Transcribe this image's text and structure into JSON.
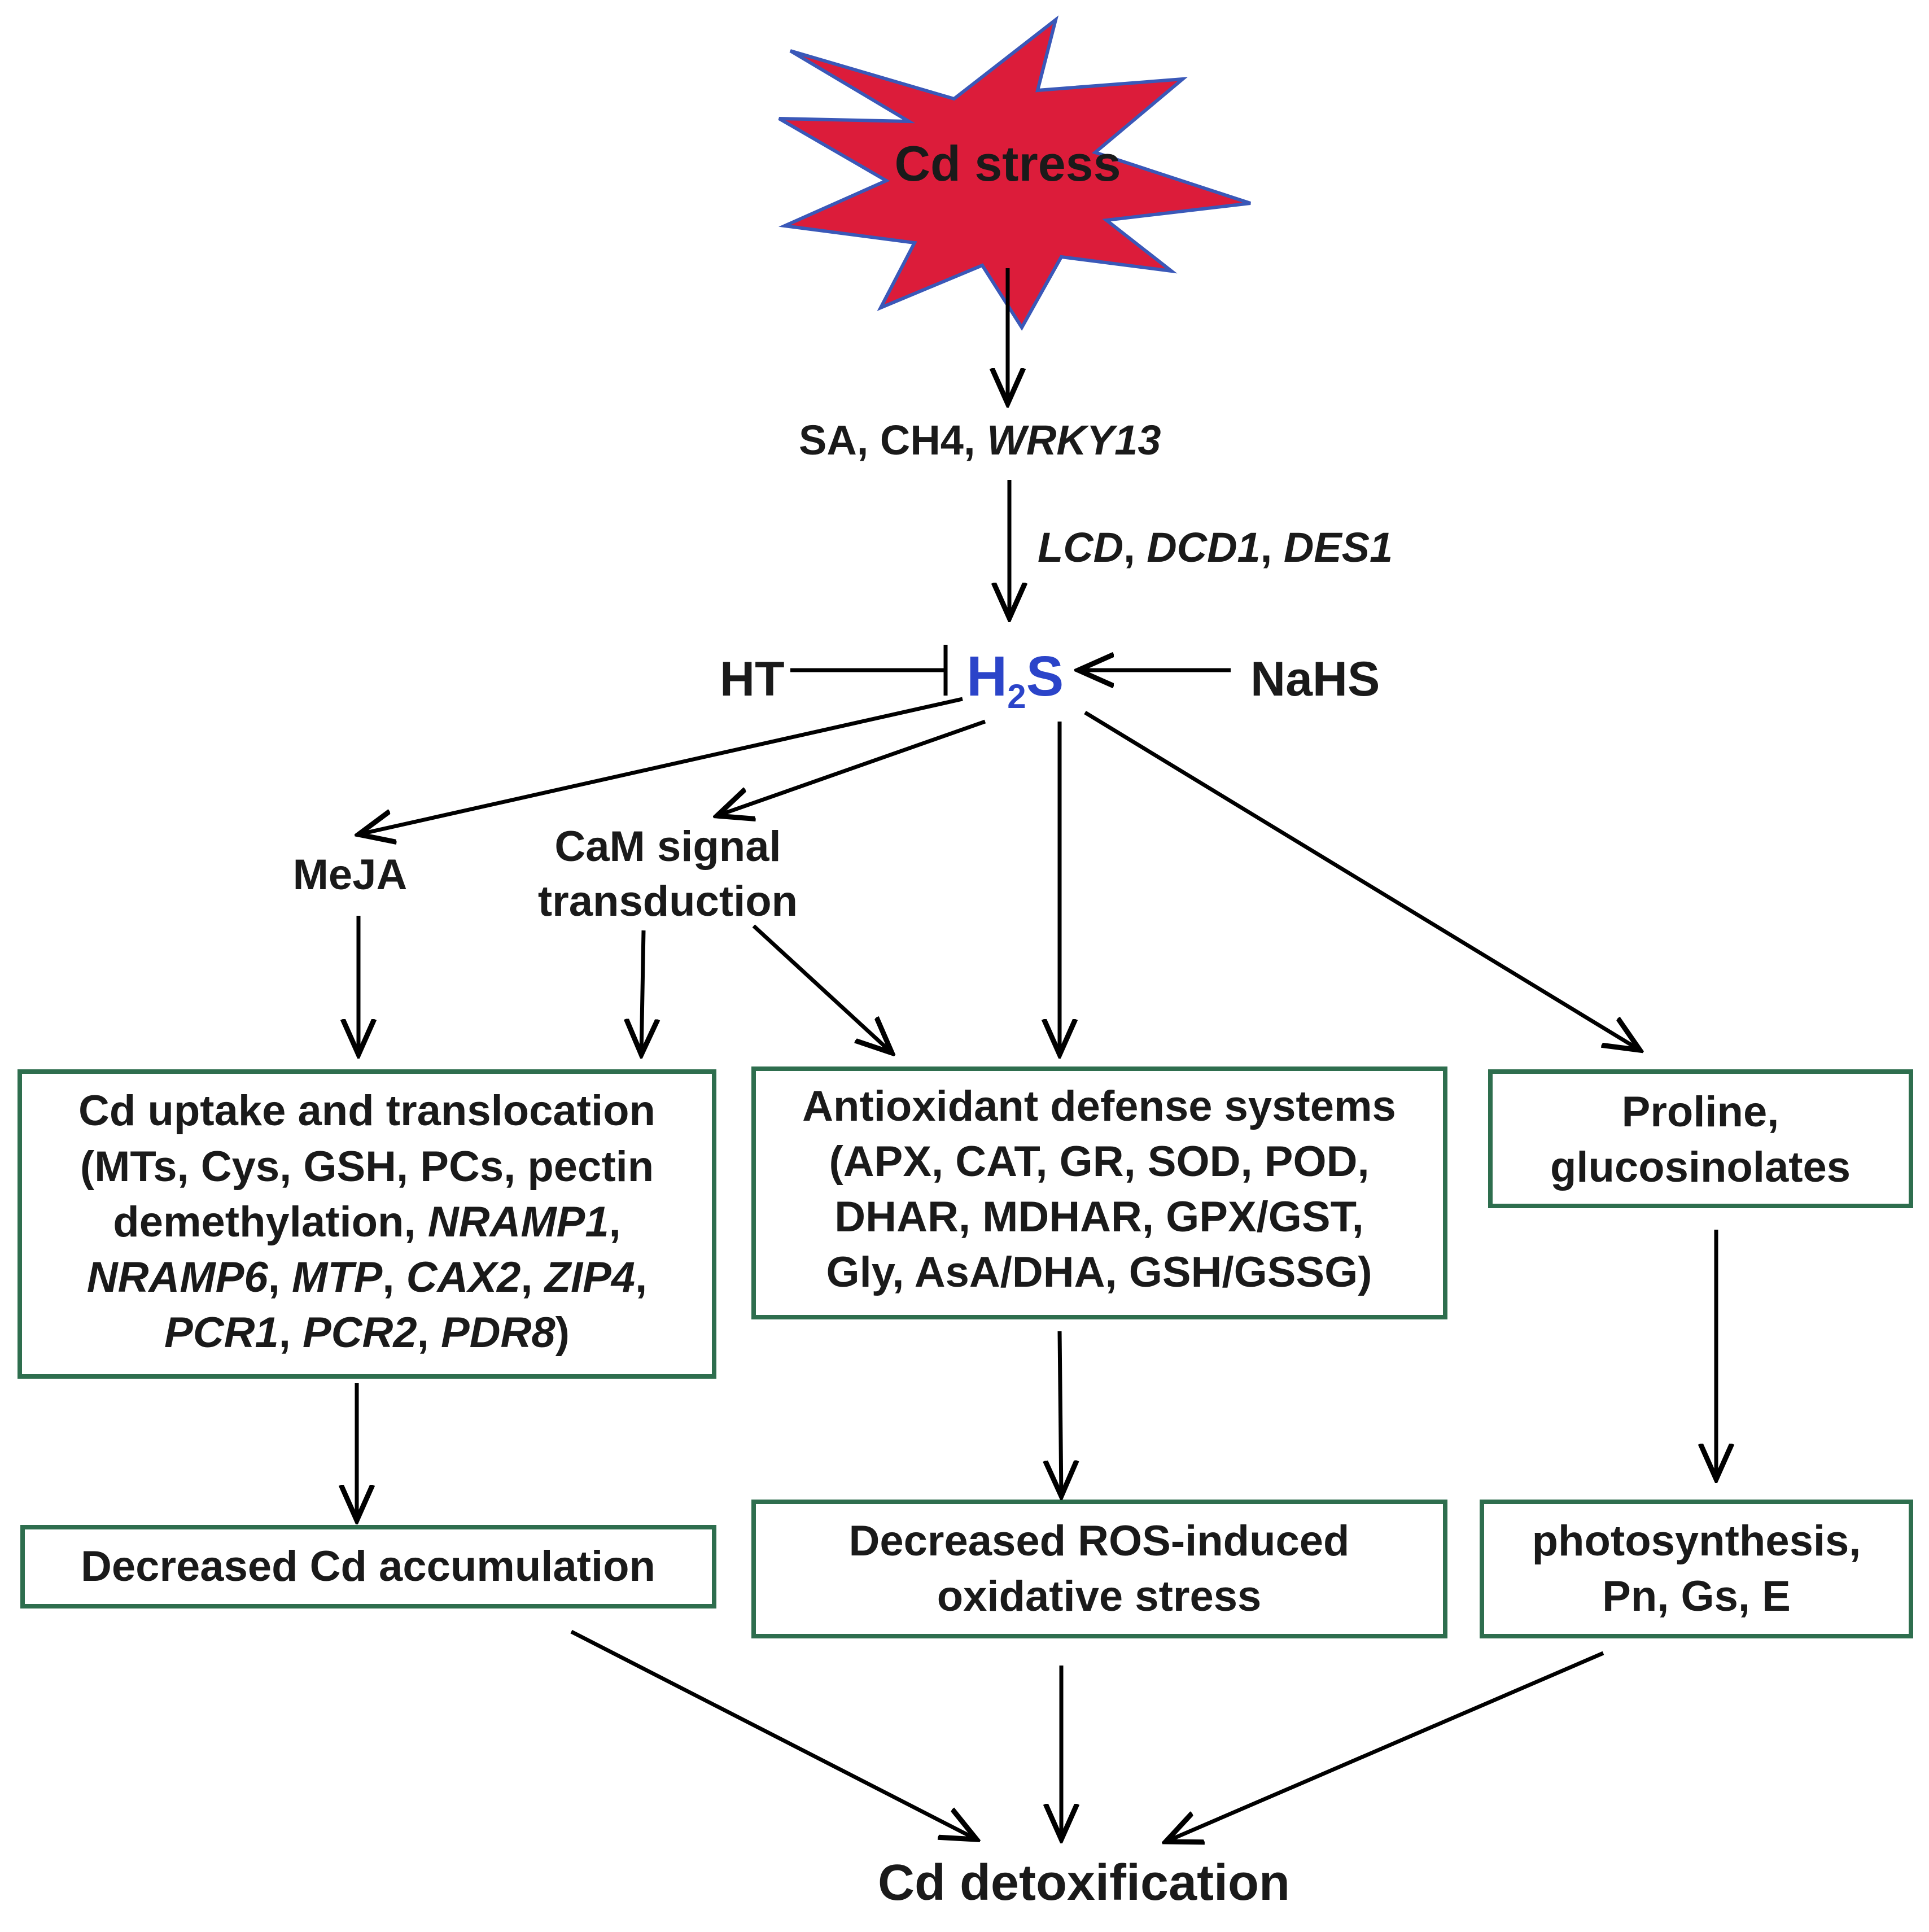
{
  "colors": {
    "burst_fill": "#dc1c3a",
    "burst_stroke": "#3a58b8",
    "h2s_text": "#2b44c9",
    "box_border": "#2e6e4e",
    "text": "#1a1a1a"
  },
  "top": {
    "stress": "Cd stress",
    "signals": {
      "plain": "SA, CH4, ",
      "italic": "WRKY13"
    },
    "enzymes": {
      "g1": "LCD",
      "sep1": ", ",
      "g2": "DCD1",
      "sep2": ", ",
      "g3": "DES1"
    }
  },
  "h2s": {
    "h": "H",
    "sub": "2",
    "s": "S"
  },
  "modulators": {
    "inhibitor": "HT",
    "donor": "NaHS"
  },
  "mid": {
    "meja": "MeJA",
    "cam_line1": "CaM signal",
    "cam_line2": "transduction"
  },
  "boxes": {
    "uptake": {
      "line1": "Cd uptake and translocation",
      "line2": "(MTs, Cys, GSH, PCs, pectin",
      "line3_plain": "demethylation, ",
      "line3_italic": "NRAMP1",
      "line3_tail": ",",
      "line4": {
        "g1": "NRAMP6",
        "s1": ", ",
        "g2": "MTP",
        "s2": ", ",
        "g3": "CAX2",
        "s3": ", ",
        "g4": "ZIP4",
        "s4": ","
      },
      "line5": {
        "g1": "PCR1",
        "s1": ", ",
        "g2": "PCR2",
        "s2": ", ",
        "g3": "PDR8",
        "s3": ")"
      }
    },
    "antioxidant": {
      "line1": "Antioxidant defense systems",
      "line2": "(APX, CAT, GR, SOD, POD,",
      "line3": "DHAR, MDHAR, GPX/GST,",
      "line4": "Gly, AsA/DHA, GSH/GSSG)"
    },
    "proline": {
      "line1": "Proline,",
      "line2": "glucosinolates"
    },
    "accumulation": {
      "line1": "Decreased Cd accumulation"
    },
    "ros": {
      "line1": "Decreased ROS-induced",
      "line2": "oxidative stress"
    },
    "photosynthesis": {
      "line1": "photosynthesis,",
      "line2": "Pn, Gs, E"
    }
  },
  "outcome": "Cd detoxification"
}
